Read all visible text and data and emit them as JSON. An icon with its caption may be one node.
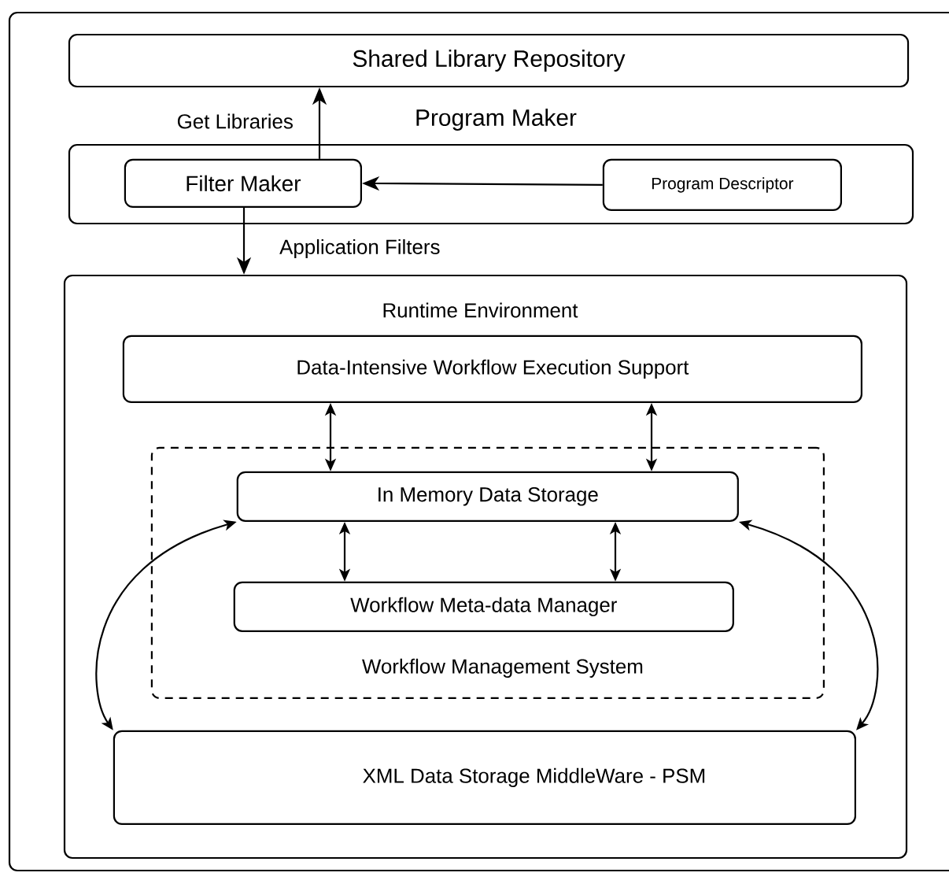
{
  "diagram": {
    "nodes": [
      {
        "text": [
          "Shared Library Repository"
        ]
      },
      {
        "text": [
          "Program Maker"
        ]
      },
      {
        "text": [
          "Filter Maker"
        ],
        "in": 1
      },
      {
        "text": [
          "Program Descriptor"
        ],
        "in": 1
      },
      {
        "text": [
          "Runtime Environment"
        ]
      },
      {
        "text": [
          "Data-Intensive Workflow Execution Support"
        ],
        "in": 4
      },
      {
        "text": [
          "Workflow Management System"
        ],
        "in": 4
      },
      {
        "text": [
          "In Memory Data Storage"
        ],
        "in": 6
      },
      {
        "text": [
          "Workflow Meta-data Manager"
        ],
        "in": 6
      },
      {
        "text": [
          "XML Data Storage MiddleWare - PSM"
        ],
        "in": 4
      }
    ],
    "edges": [
      {
        "from": 2,
        "to": 0,
        "arrow": "to",
        "label": "Get Libraries"
      },
      {
        "from": 3,
        "to": 2,
        "arrow": "to"
      },
      {
        "from": 2,
        "to": 4,
        "arrow": "to",
        "label": "Application Filters"
      },
      {
        "from": 5,
        "to": 7,
        "arrow": "both"
      },
      {
        "from": 5,
        "to": 7,
        "arrow": "both"
      },
      {
        "from": 7,
        "to": 8,
        "arrow": "both"
      },
      {
        "from": 7,
        "to": 8,
        "arrow": "both"
      },
      {
        "from": 7,
        "to": 9,
        "arrow": "both"
      },
      {
        "from": 7,
        "to": 9,
        "arrow": "both"
      }
    ]
  }
}
